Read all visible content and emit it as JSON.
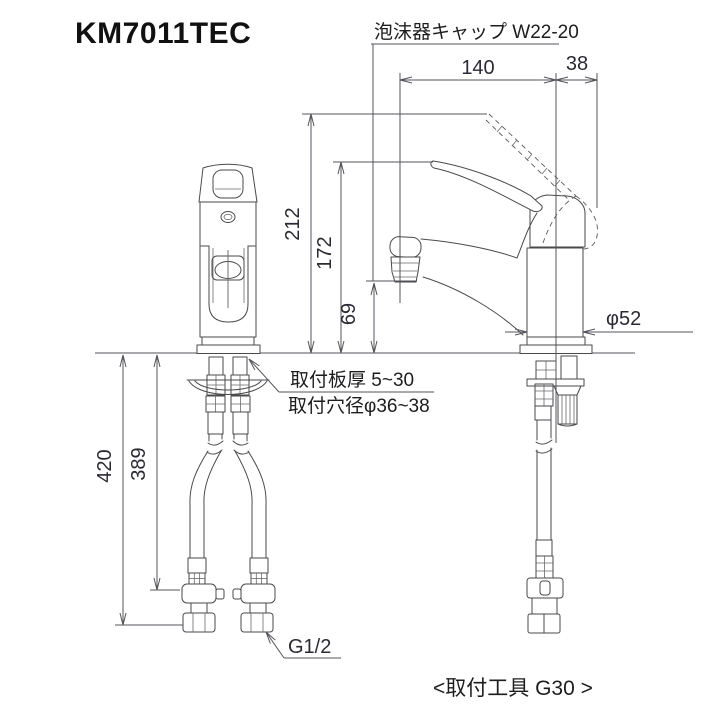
{
  "title": "KM7011TEC",
  "labels": {
    "aerator": "泡沫器キャップ W22-20",
    "mount_plate": "取付板厚 5~30",
    "mount_hole": "取付穴径φ36~38",
    "thread": "G1/2",
    "tool": "<取付工具 G30 >"
  },
  "dimensions": {
    "spout_reach": "140",
    "rear_offset": "38",
    "max_height": "212",
    "spout_height": "172",
    "outlet_height": "69",
    "body_diameter": "φ52",
    "hose_length_total": "420",
    "hose_length": "389"
  },
  "colors": {
    "object_line": "#4a4a4a",
    "dimension_line": "#54545c",
    "text": "#222222",
    "background": "#ffffff"
  }
}
